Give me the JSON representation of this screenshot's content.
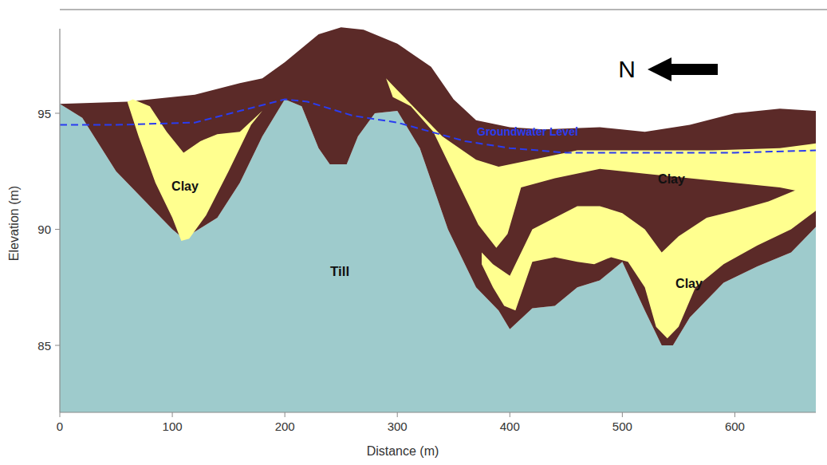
{
  "diagram": {
    "nodes": [
      {
        "text": [
          "Clay"
        ]
      },
      {
        "text": [
          "Clay"
        ]
      },
      {
        "text": [
          "Till"
        ]
      },
      {
        "text": [
          "Clay"
        ]
      }
    ],
    "labels": [
      "95",
      "90",
      "85",
      "0",
      "100",
      "200",
      "300",
      "400",
      "500",
      "600",
      "Elevation (m)",
      "Distance (m)",
      "N",
      "Groundwater Level"
    ]
  }
}
